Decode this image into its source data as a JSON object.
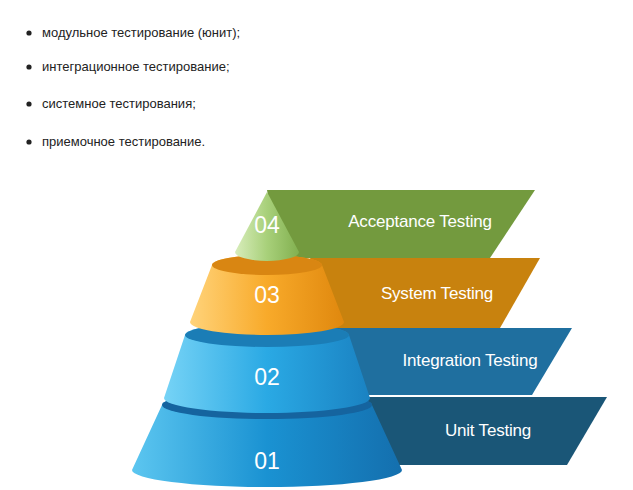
{
  "diagram": {
    "nodes": [
      {
        "text": [
          "04"
        ]
      },
      {
        "text": [
          "Acceptance Testing"
        ]
      },
      {
        "text": [
          "03"
        ]
      },
      {
        "text": [
          "System Testing"
        ]
      },
      {
        "text": [
          "02"
        ]
      },
      {
        "text": [
          "Integration Testing"
        ]
      },
      {
        "text": [
          "01"
        ]
      },
      {
        "text": [
          "Unit Testing"
        ]
      }
    ],
    "labels": [
      "модульное тестирование (юнит);",
      "интеграционное тестирование;",
      "системное тестирования;",
      "приемочное тестирование."
    ]
  }
}
